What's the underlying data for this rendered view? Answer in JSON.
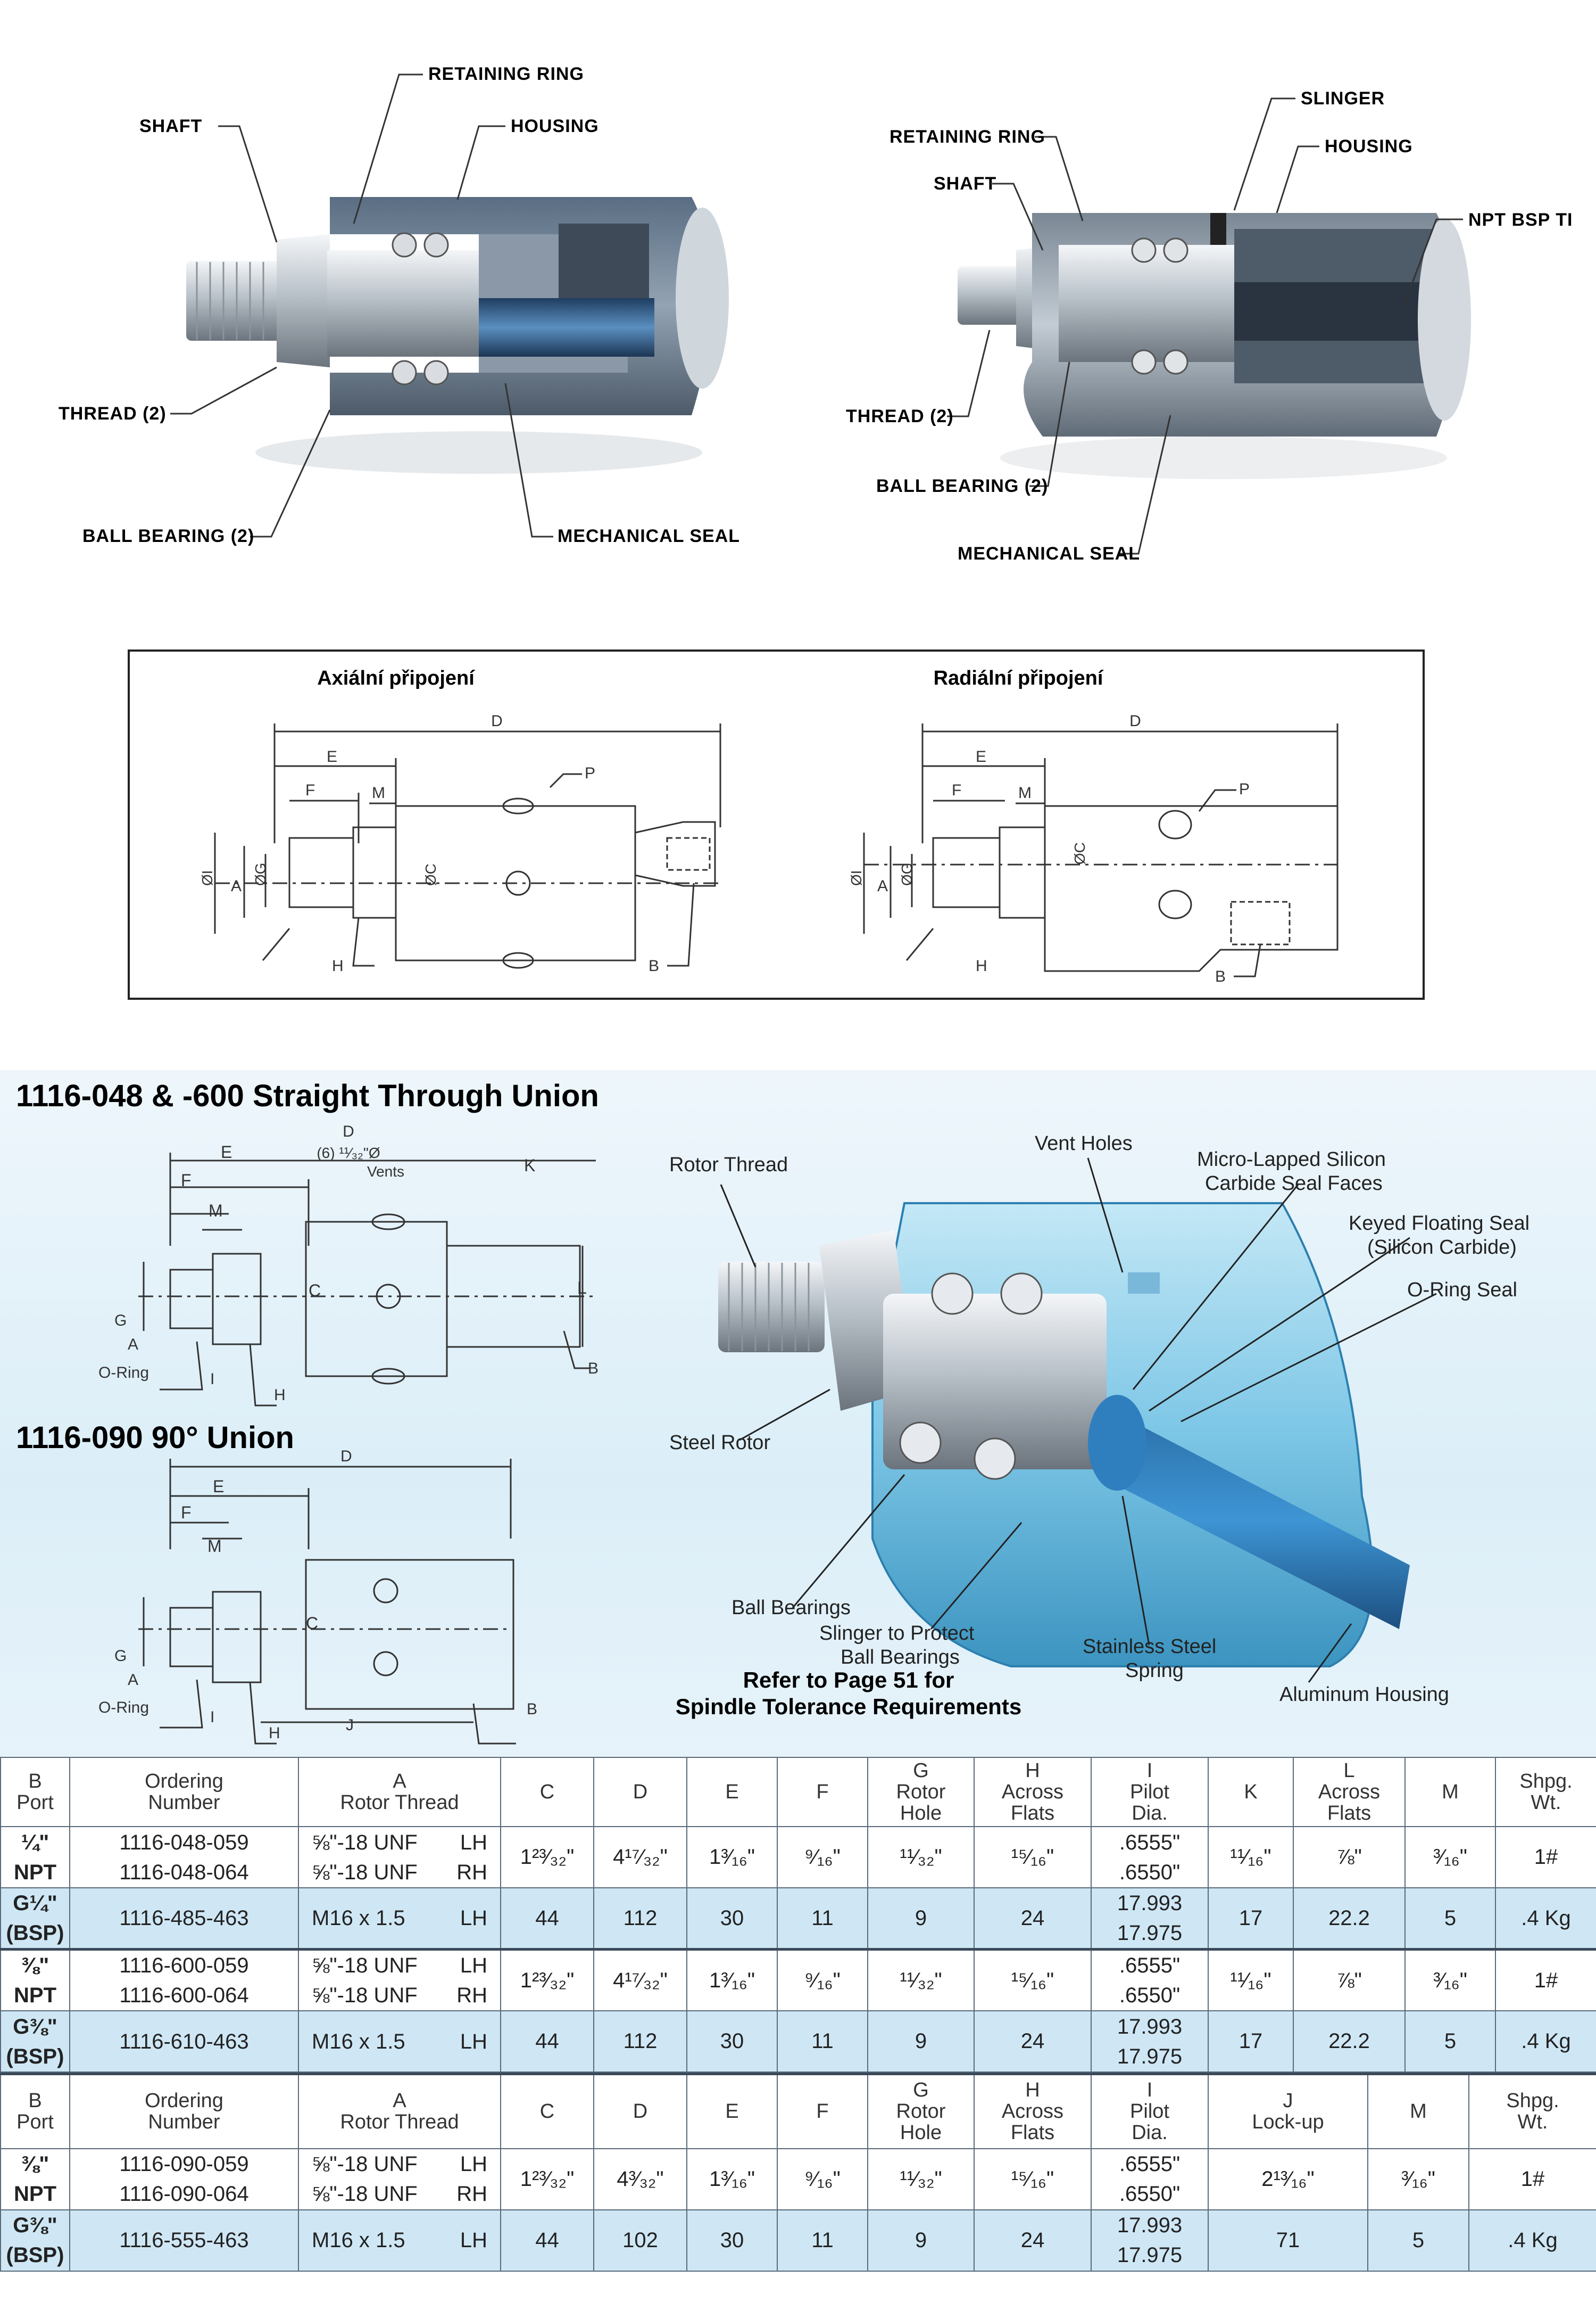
{
  "top_left_labels": {
    "retaining_ring": "RETAINING RING",
    "shaft": "SHAFT",
    "housing": "HOUSING",
    "thread": "THREAD (2)",
    "ball_bearing": "BALL BEARING (2)",
    "mechanical_seal": "MECHANICAL SEAL"
  },
  "top_right_labels": {
    "slinger": "SLINGER",
    "retaining_ring": "RETAINING RING",
    "housing": "HOUSING",
    "shaft": "SHAFT",
    "npt": "NPT BSP TI",
    "thread": "THREAD (2)",
    "ball_bearing": "BALL BEARING (2)",
    "mechanical_seal": "MECHANICAL SEAL"
  },
  "drawing": {
    "axial_title": "Axiální připojení",
    "radial_title": "Radiální připojení",
    "dims": {
      "D": "D",
      "E": "E",
      "F": "F",
      "M": "M",
      "P": "P",
      "A": "A",
      "I": "ØI",
      "G": "ØG",
      "C": "ØC",
      "H": "H",
      "B": "B"
    }
  },
  "catalog": {
    "title_straight": "1116-048 & -600 Straight Through Union",
    "title_90": "1116-090 90° Union",
    "vents": "(6) ¹¹⁄₃₂\"Ø",
    "vents2": "Vents",
    "dims": {
      "D": "D",
      "E": "E",
      "F": "F",
      "M": "M",
      "K": "K",
      "L": "L",
      "C": "C",
      "G": "G",
      "A": "A",
      "oring": "O-Ring",
      "I": "I",
      "H": "H",
      "B": "B",
      "J": "J"
    },
    "callouts": {
      "rotor_thread": "Rotor Thread",
      "vent_holes": "Vent Holes",
      "micro": "Micro-Lapped Silicon",
      "micro2": "Carbide Seal Faces",
      "keyed": "Keyed Floating Seal",
      "keyed2": "(Silicon Carbide)",
      "oring_seal": "O-Ring Seal",
      "steel_rotor": "Steel Rotor",
      "ball_bearings": "Ball Bearings",
      "slinger": "Slinger to Protect",
      "slinger2": "Ball Bearings",
      "spring": "Stainless Steel",
      "spring2": "Spring",
      "housing": "Aluminum Housing"
    },
    "note1": "Refer to Page 51 for",
    "note2": "Spindle Tolerance Requirements"
  },
  "table1": {
    "headers": {
      "b": [
        "B",
        "Port"
      ],
      "ord": [
        "Ordering",
        "Number"
      ],
      "a": [
        "A",
        "Rotor Thread"
      ],
      "c": "C",
      "d": "D",
      "e": "E",
      "f": "F",
      "g": [
        "G",
        "Rotor",
        "Hole"
      ],
      "h": [
        "H",
        "Across",
        "Flats"
      ],
      "i": [
        "I",
        "Pilot",
        "Dia."
      ],
      "k": "K",
      "l": [
        "L",
        "Across",
        "Flats"
      ],
      "m": "M",
      "w": [
        "Shpg.",
        "Wt."
      ]
    },
    "rows": [
      {
        "port": [
          "¼\"",
          "NPT"
        ],
        "ord": [
          "1116-048-059",
          "1116-048-064"
        ],
        "thread": [
          "⅝\"-18 UNF",
          "⅝\"-18 UNF"
        ],
        "hand": [
          "LH",
          "RH"
        ],
        "c": "1²³⁄₃₂\"",
        "d": "4¹⁷⁄₃₂\"",
        "e": "1³⁄₁₆\"",
        "f": "⁹⁄₁₆\"",
        "g": "¹¹⁄₃₂\"",
        "h": "¹⁵⁄₁₆\"",
        "i": [
          ".6555\"",
          ".6550\""
        ],
        "k": "¹¹⁄₁₆\"",
        "l": "⅞\"",
        "m": "³⁄₁₆\"",
        "w": "1#",
        "blue": false
      },
      {
        "port": [
          "G¼\"",
          "(BSP)"
        ],
        "ord": [
          "1116-485-463"
        ],
        "thread": [
          "M16 x 1.5"
        ],
        "hand": [
          "LH"
        ],
        "c": "44",
        "d": "112",
        "e": "30",
        "f": "11",
        "g": "9",
        "h": "24",
        "i": [
          "17.993",
          "17.975"
        ],
        "k": "17",
        "l": "22.2",
        "m": "5",
        "w": ".4 Kg",
        "blue": true
      },
      {
        "port": [
          "⅜\"",
          "NPT"
        ],
        "ord": [
          "1116-600-059",
          "1116-600-064"
        ],
        "thread": [
          "⅝\"-18 UNF",
          "⅝\"-18 UNF"
        ],
        "hand": [
          "LH",
          "RH"
        ],
        "c": "1²³⁄₃₂\"",
        "d": "4¹⁷⁄₃₂\"",
        "e": "1³⁄₁₆\"",
        "f": "⁹⁄₁₆\"",
        "g": "¹¹⁄₃₂\"",
        "h": "¹⁵⁄₁₆\"",
        "i": [
          ".6555\"",
          ".6550\""
        ],
        "k": "¹¹⁄₁₆\"",
        "l": "⅞\"",
        "m": "³⁄₁₆\"",
        "w": "1#",
        "blue": false
      },
      {
        "port": [
          "G⅜\"",
          "(BSP)"
        ],
        "ord": [
          "1116-610-463"
        ],
        "thread": [
          "M16 x 1.5"
        ],
        "hand": [
          "LH"
        ],
        "c": "44",
        "d": "112",
        "e": "30",
        "f": "11",
        "g": "9",
        "h": "24",
        "i": [
          "17.993",
          "17.975"
        ],
        "k": "17",
        "l": "22.2",
        "m": "5",
        "w": ".4 Kg",
        "blue": true
      }
    ]
  },
  "table2": {
    "headers": {
      "b": [
        "B",
        "Port"
      ],
      "ord": [
        "Ordering",
        "Number"
      ],
      "a": [
        "A",
        "Rotor Thread"
      ],
      "c": "C",
      "d": "D",
      "e": "E",
      "f": "F",
      "g": [
        "G",
        "Rotor",
        "Hole"
      ],
      "h": [
        "H",
        "Across",
        "Flats"
      ],
      "i": [
        "I",
        "Pilot",
        "Dia."
      ],
      "j": [
        "J",
        "Lock-up"
      ],
      "m": "M",
      "w": [
        "Shpg.",
        "Wt."
      ]
    },
    "rows": [
      {
        "port": [
          "⅜\"",
          "NPT"
        ],
        "ord": [
          "1116-090-059",
          "1116-090-064"
        ],
        "thread": [
          "⅝\"-18 UNF",
          "⅝\"-18 UNF"
        ],
        "hand": [
          "LH",
          "RH"
        ],
        "c": "1²³⁄₃₂\"",
        "d": "4³⁄₃₂\"",
        "e": "1³⁄₁₆\"",
        "f": "⁹⁄₁₆\"",
        "g": "¹¹⁄₃₂\"",
        "h": "¹⁵⁄₁₆\"",
        "i": [
          ".6555\"",
          ".6550\""
        ],
        "j": "2¹³⁄₁₆\"",
        "m": "³⁄₁₆\"",
        "w": "1#",
        "blue": false
      },
      {
        "port": [
          "G⅜\"",
          "(BSP)"
        ],
        "ord": [
          "1116-555-463"
        ],
        "thread": [
          "M16 x 1.5"
        ],
        "hand": [
          "LH"
        ],
        "c": "44",
        "d": "102",
        "e": "30",
        "f": "11",
        "g": "9",
        "h": "24",
        "i": [
          "17.993",
          "17.975"
        ],
        "j": "71",
        "m": "5",
        "w": ".4 Kg",
        "blue": true
      }
    ]
  }
}
